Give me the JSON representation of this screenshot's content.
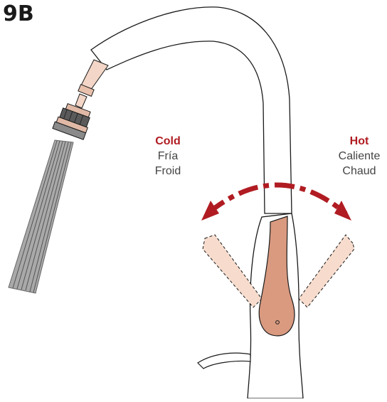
{
  "step": {
    "label": "9B"
  },
  "cold": {
    "en": "Cold",
    "es": "Fría",
    "fr": "Froid"
  },
  "hot": {
    "en": "Hot",
    "es": "Caliente",
    "fr": "Chaud"
  },
  "colors": {
    "accent_red": "#b01c22",
    "handle_copper": "#d99a80",
    "handle_ghost": "#f7dccd",
    "spray": "#a9a9a9",
    "outline": "#1a1a1a"
  }
}
